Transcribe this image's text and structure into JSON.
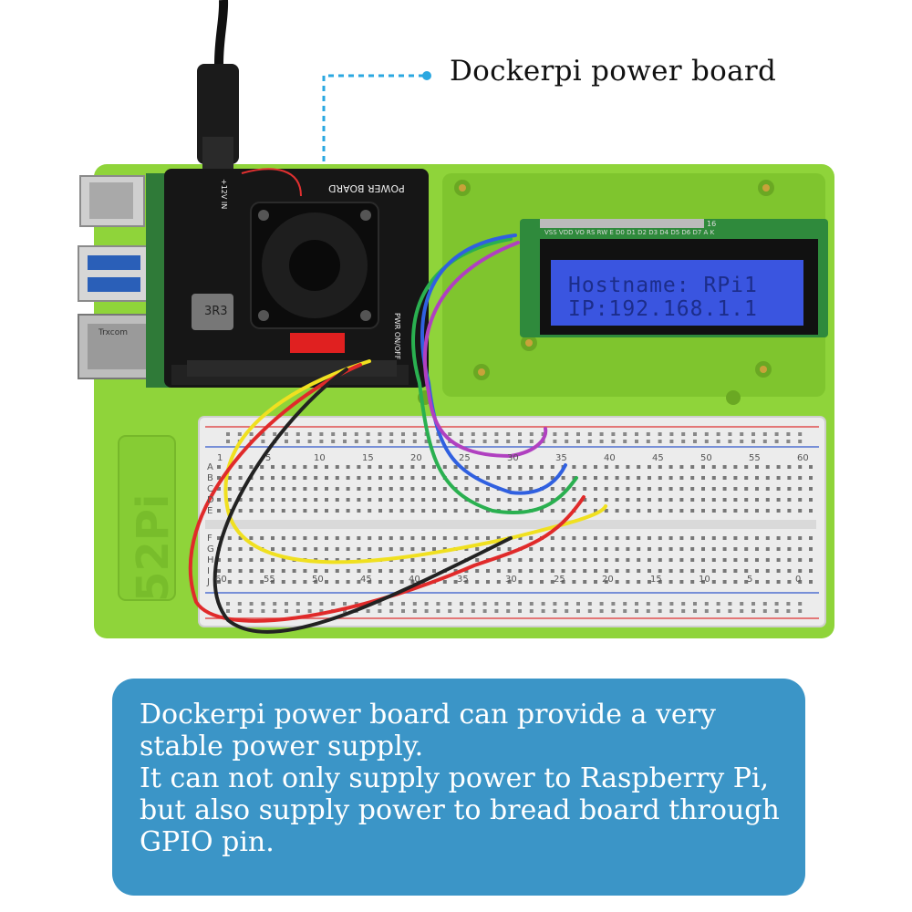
{
  "callout": {
    "label": "Dockerpi power board"
  },
  "board": {
    "label": "POWER BOARD",
    "dc_label": "+12V IN",
    "switch_label": "PWR ON/OFF",
    "inductor_label": "3R3",
    "ethernet_label": "Trxcom"
  },
  "lcd": {
    "line1": "Hostname: RPi1",
    "line2": "IP:192.168.1.1",
    "pin_labels": "VSS VDD VO RS RW E D0 D1 D2 D3 D4 D5 D6 D7 A K",
    "pin_count": "16"
  },
  "breadboard": {
    "top_numbers": [
      "1",
      "5",
      "10",
      "15",
      "20",
      "25",
      "30",
      "35",
      "40",
      "45",
      "50",
      "55",
      "60"
    ],
    "bottom_numbers": [
      "60",
      "55",
      "50",
      "45",
      "40",
      "35",
      "30",
      "25",
      "20",
      "15",
      "10",
      "5",
      "0"
    ],
    "row_letters_top": [
      "A",
      "B",
      "C",
      "D",
      "E"
    ],
    "row_letters_bottom": [
      "F",
      "G",
      "H",
      "I",
      "J"
    ]
  },
  "base_logo": "52Pi",
  "info": {
    "lines": [
      "Dockerpi power board can provide a very",
      "stable power supply.",
      "It can not only supply power to Raspberry Pi,",
      "but also supply power to bread board through",
      "GPIO pin."
    ]
  },
  "colors": {
    "base_green": "#8fd43a",
    "info_blue": "#3b95c7",
    "callout_blue": "#2aa7e0",
    "lcd_blue": "#3a55e0",
    "pcb_black": "#161616"
  }
}
